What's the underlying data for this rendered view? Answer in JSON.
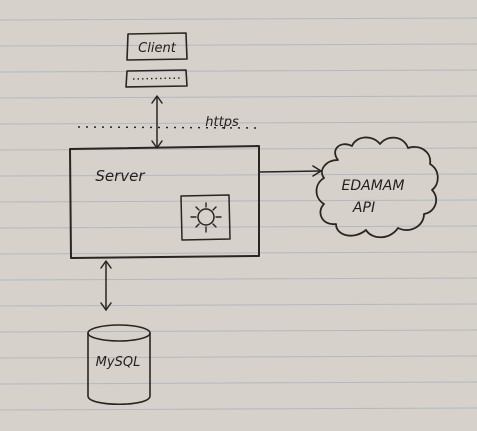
{
  "diagram": {
    "nodes": {
      "client": {
        "label": "Client"
      },
      "server": {
        "label": "Server"
      },
      "edamam": {
        "label_line1": "EDAMAM",
        "label_line2": "API"
      },
      "mysql": {
        "label": "MySQL"
      }
    },
    "connections": {
      "https": {
        "label": "https"
      }
    }
  },
  "colors": {
    "paper": "#d6d1cb",
    "ruled_line": "#a9b3c1",
    "margin_line": "#c9a9a9",
    "ink": "#2a2522"
  }
}
